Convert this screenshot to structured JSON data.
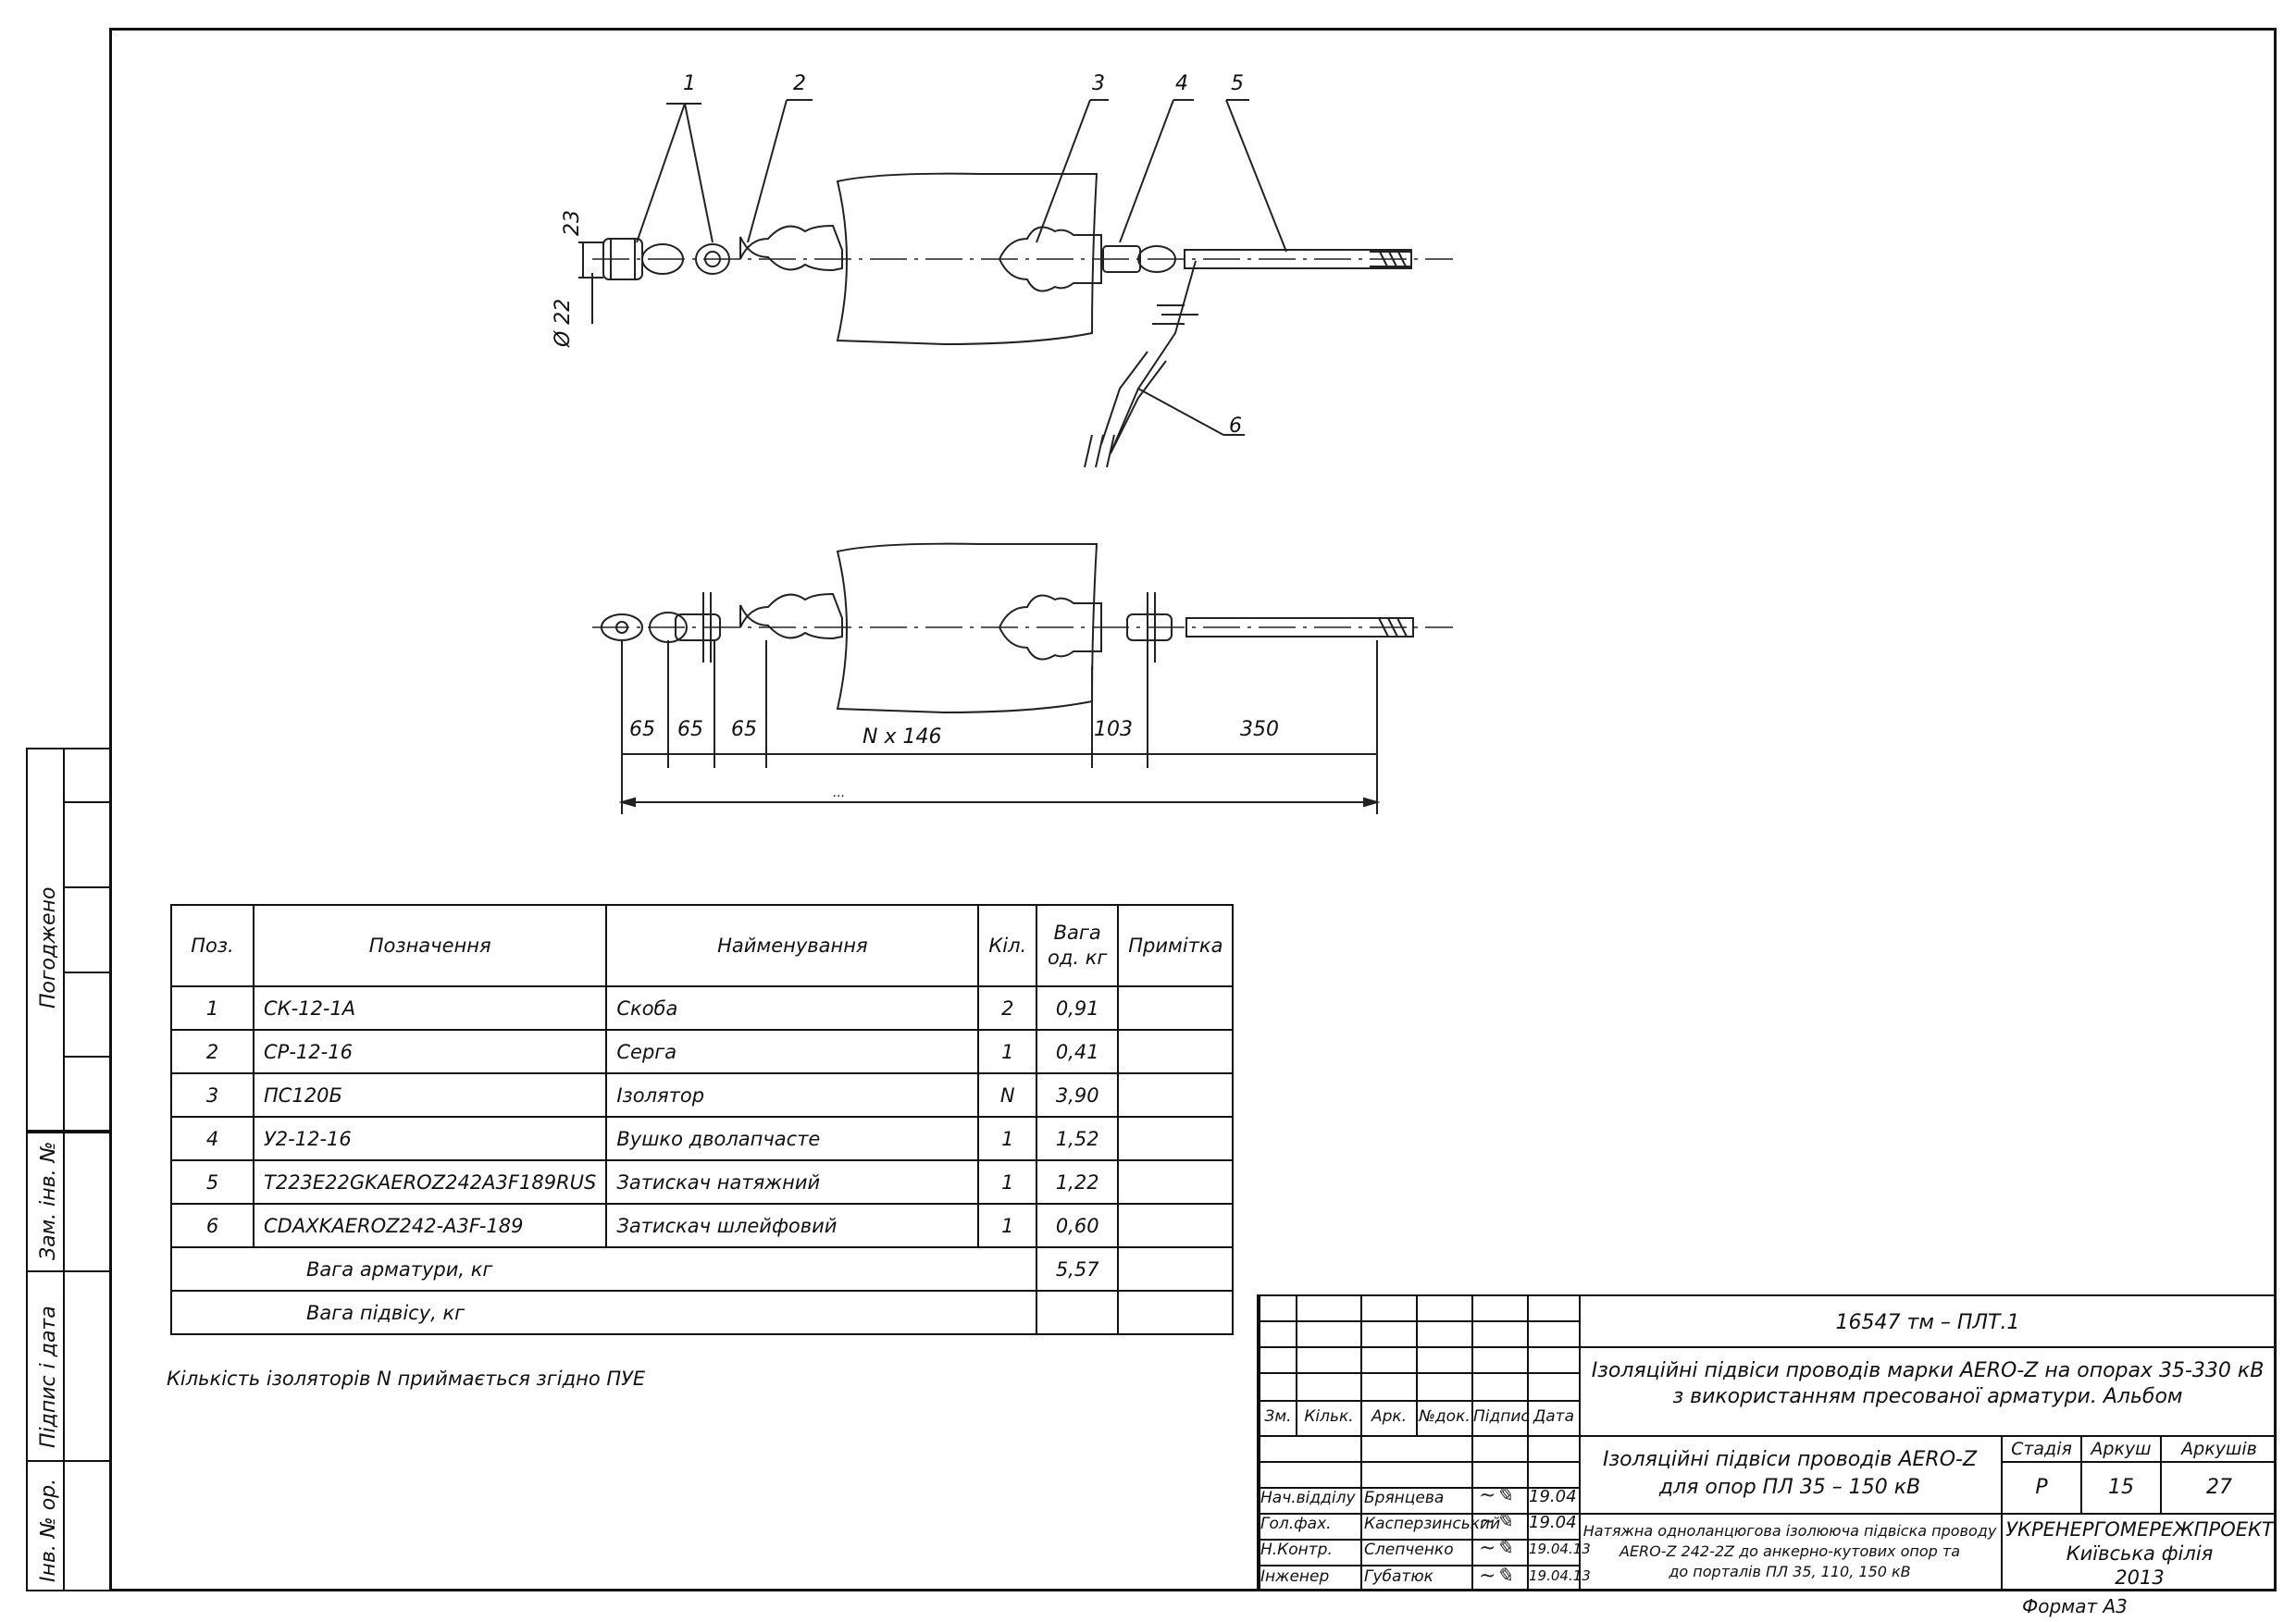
{
  "drawing": {
    "callouts": [
      "1",
      "2",
      "3",
      "4",
      "5",
      "6"
    ],
    "dim_23": "23",
    "dim_d22": "Ø 22",
    "dims_bottom": [
      "65",
      "65",
      "65",
      "N x 146",
      "103",
      "350"
    ],
    "dim_total": "..."
  },
  "spec_table": {
    "headers": {
      "pos": "Поз.",
      "designation": "Позначення",
      "name": "Найменування",
      "qty": "Кіл.",
      "weight": "Вага од. кг",
      "note": "Примітка"
    },
    "rows": [
      {
        "pos": "1",
        "designation": "СК-12-1А",
        "name": "Скоба",
        "qty": "2",
        "weight": "0,91",
        "note": ""
      },
      {
        "pos": "2",
        "designation": "СР-12-16",
        "name": "Серга",
        "qty": "1",
        "weight": "0,41",
        "note": ""
      },
      {
        "pos": "3",
        "designation": "ПС120Б",
        "name": "Ізолятор",
        "qty": "N",
        "weight": "3,90",
        "note": ""
      },
      {
        "pos": "4",
        "designation": "У2-12-16",
        "name": "Вушко дволапчасте",
        "qty": "1",
        "weight": "1,52",
        "note": ""
      },
      {
        "pos": "5",
        "designation": "T223E22GKAEROZ242A3F189RUS",
        "name": "Затискач натяжний",
        "qty": "1",
        "weight": "1,22",
        "note": ""
      },
      {
        "pos": "6",
        "designation": "CDAXKAEROZ242-A3F-189",
        "name": "Затискач шлейфовий",
        "qty": "1",
        "weight": "0,60",
        "note": ""
      }
    ],
    "fittings_weight_label": "Вага арматури, кг",
    "fittings_weight_value": "5,57",
    "suspension_weight_label": "Вага підвісу, кг",
    "suspension_weight_value": ""
  },
  "note": "Кількість ізоляторів N приймається згідно ПУЕ",
  "left_strip": {
    "agreed": "Погоджено",
    "replaced_inv": "Зам. інв. №",
    "sign_date": "Підпис і дата",
    "orig_inv": "Інв. № ор."
  },
  "title_block": {
    "doc_code": "16547 тм – ПЛТ.1",
    "project_line1": "Ізоляційні підвіси проводів марки AERO-Z на опорах 35-330 кВ",
    "project_line2": "з використанням пресованої арматури. Альбом",
    "columns": [
      "Зм.",
      "Кільк.",
      "Арк.",
      "№док.",
      "Підпис",
      "Дата"
    ],
    "sheet_title_line1": "Ізоляційні підвіси проводів AERO-Z",
    "sheet_title_line2": "для опор ПЛ 35 – 150 кВ",
    "stage_label": "Стадія",
    "sheet_label": "Аркуш",
    "sheets_label": "Аркушів",
    "stage": "Р",
    "sheet": "15",
    "sheets": "27",
    "drawing_name_line1": "Натяжна одноланцюгова ізолююча підвіска проводу",
    "drawing_name_line2": "AERO-Z 242-2Z до анкерно-кутових опор та",
    "drawing_name_line3": "до порталів ПЛ 35, 110, 150 кВ",
    "org_line1": "УКРЕНЕРГОМЕРЕЖПРОЕКТ",
    "org_line2": "Київська філія",
    "org_line3": "2013",
    "format": "Формат А3",
    "people": [
      {
        "role": "Нач.відділу",
        "name": "Брянцева",
        "date": "19.04"
      },
      {
        "role": "Гол.фах.",
        "name": "Касперзинський",
        "date": "19.04"
      },
      {
        "role": "Н.Контр.",
        "name": "Слепченко",
        "date": "19.04.13"
      },
      {
        "role": "Інженер",
        "name": "Губатюк",
        "date": "19.04.13"
      }
    ]
  }
}
